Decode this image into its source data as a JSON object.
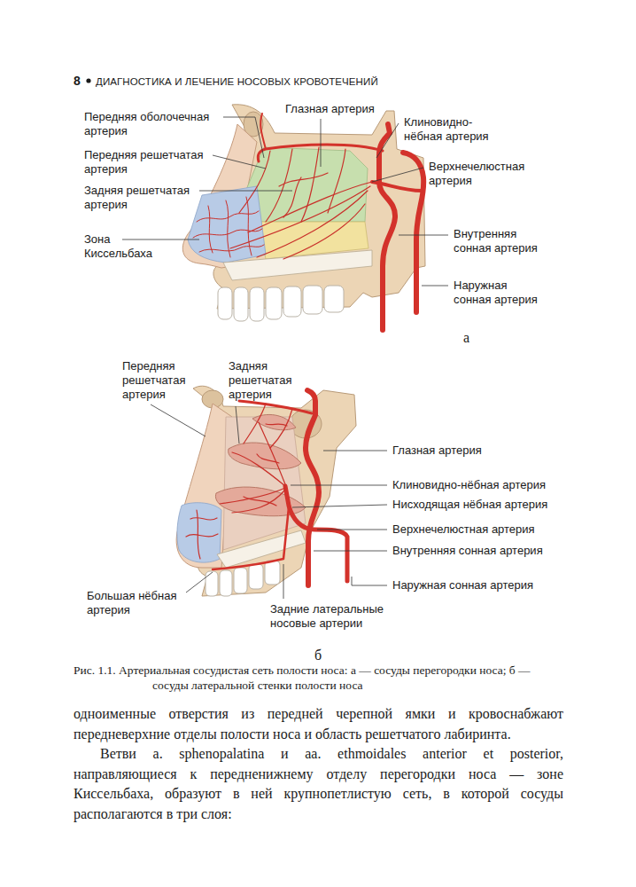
{
  "diagram": {
    "caption": "Рис. 1.1. Артериальная сосудистая сеть полости носа: а — сосуды перегородки носа; б — сосуды латеральной стенки полости носа",
    "labels": [
      "8",
      "ДИАГНОСТИКА И ЛЕЧЕНИЕ НОСОВЫХ КРОВОТЕЧЕНИЙ",
      "Передняя оболочечная артерия",
      "Передняя решетчатая артерия",
      "Задняя решетчатая артерия",
      "Зона Киссельбаха",
      "Глазная артерия",
      "Клиновидно-нёбная артерия",
      "Верхнечелюстная артерия",
      "Внутренняя сонная артерия",
      "Наружная сонная артерия",
      "а",
      "Передняя решетчатая артерия",
      "Задняя решетчатая артерия",
      "Глазная артерия",
      "Клиновидно-нёбная артерия",
      "Нисходящая нёбная артерия",
      "Верхнечелюстная артерия",
      "Внутренняя сонная артерия",
      "Наружная сонная артерия",
      "Большая нёбная артерия",
      "Задние латеральные носовые артерии",
      "б",
      "одноименные отверстия из передней черепной ямки и кровоснабжают передневерхние отделы полости носа и область решетчатого лабиринта.",
      "Ветви a. sphenopalatina и aa. ethmoidales anterior et posterior, направляющиеся к передненижнему отделу перегородки носа — зоне Киссельбаха, образуют в ней крупнопетлистую сеть, в которой сосуды располагаются в три слоя:"
    ]
  }
}
